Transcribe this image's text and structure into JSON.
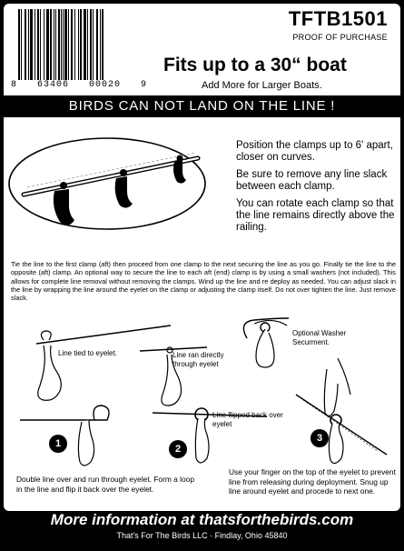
{
  "barcode": {
    "digits": [
      "8",
      "63406",
      "00020",
      "9"
    ]
  },
  "header": {
    "sku": "TFTB1501",
    "proof": "PROOF OF PURCHASE",
    "fits": "Fits up to a 30“ boat",
    "add_more": "Add More for Larger Boats."
  },
  "banner": "BIRDS CAN NOT LAND ON THE LINE !",
  "instructions": {
    "position": "Position the clamps up to 6' apart, closer on curves.",
    "slack": "Be sure to remove any line slack between each clamp.",
    "rotate": "You can rotate each clamp so that the line remains directly above the railing."
  },
  "paragraph": "Tie the line to the first clamp (aft) then proceed from one clamp to the next securing the line as you go. Finally tie the line to the opposite (aft) clamp. An optional way to secure the line to each aft (end) clamp is by using a small washers (not included). This allows for complete line removal without removing the clamps. Wind up the line and re deploy as needed. You can adjust slack in the line by wrapping the line around the eyelet on the clamp or adjusting the clamp itself. Do not over tighten the line. Just remove slack.",
  "diagram_labels": {
    "tied": "Line tied to eyelet.",
    "ran": "Line ran directly through eyelet",
    "washer": "Optional Washer Securment.",
    "flipped": "Line flipped back over eyelet"
  },
  "steps": [
    {
      "number": "1",
      "caption": "Double line over and run through eyelet. Form a loop in the line and flip it back over the eyelet."
    },
    {
      "number": "2",
      "caption": ""
    },
    {
      "number": "3",
      "caption": "Use your finger on the top of the eyelet to prevent line from releasing during deployment. Snug up line around eyelet and procede to next one."
    }
  ],
  "footer": {
    "url": "More information at thatsforthebirds.com",
    "address": "That's For The Birds LLC · Findlay, Ohio 45840"
  }
}
